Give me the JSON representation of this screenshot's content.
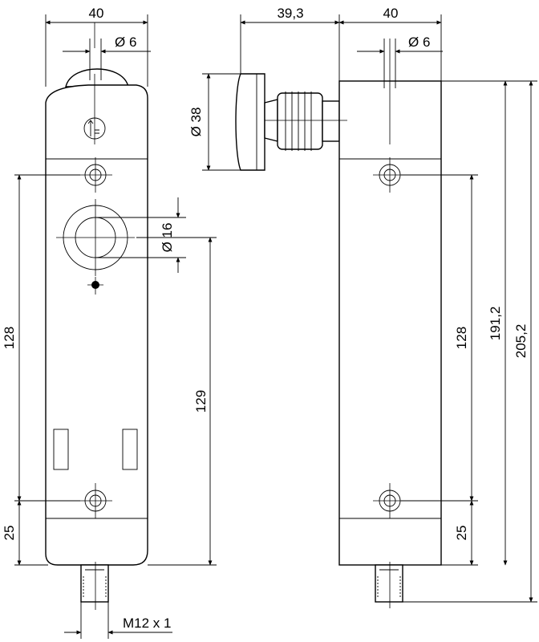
{
  "dimensions": {
    "front_width": "40",
    "front_hole": "Ø 6",
    "front_bore": "Ø 16",
    "front_hole_spacing": "128",
    "front_center_to_bottom": "129",
    "front_bottom": "25",
    "thread": "M12 x 1",
    "side_actuator_offset": "39,3",
    "side_width": "40",
    "side_hole": "Ø 6",
    "side_head_diameter": "Ø 38",
    "side_hole_spacing": "128",
    "side_height_body": "191,2",
    "side_height_total": "205,2",
    "side_bottom": "25"
  }
}
